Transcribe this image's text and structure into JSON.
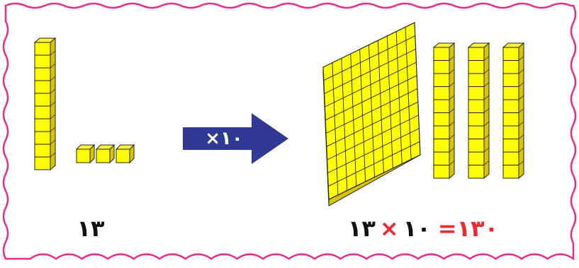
{
  "colors": {
    "frame": "#ea2a86",
    "cube_face": "#ffff00",
    "cube_top": "#fff23a",
    "cube_side": "#d9c400",
    "cube_edge": "#222222",
    "arrow": "#303a94",
    "arrow_text": "#ffffff",
    "text": "#111111",
    "accent": "#ef2a32"
  },
  "left": {
    "rod_units": 10,
    "loose_units": 3,
    "value_label": "۱۳"
  },
  "arrow": {
    "label": "×۱۰"
  },
  "right": {
    "flat_size": 10,
    "rod_count": 3,
    "rod_units": 10
  },
  "equation": {
    "factor_a": "۱۳",
    "times": "×",
    "factor_b": "۱۰",
    "equals": "=",
    "result": "۱۳۰"
  }
}
